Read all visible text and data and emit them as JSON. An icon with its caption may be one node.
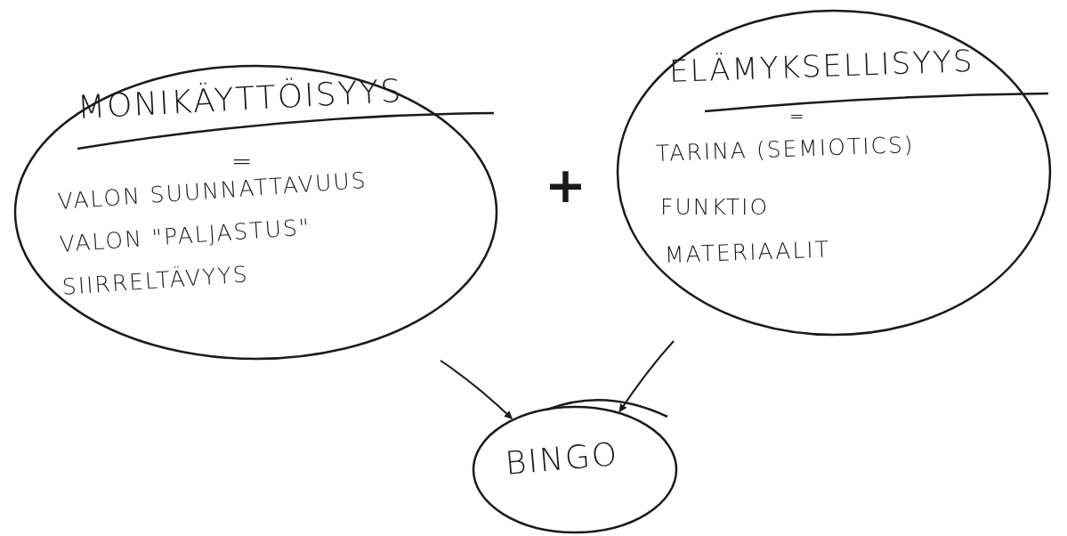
{
  "diagram": {
    "nodes": [
      {
        "text": [
          "MONIKÄYTTÖISYYS",
          "=",
          "VALON SUUNNATTAVUUS",
          "VALON \"PALJASTUS\"",
          "SIIRRELTÄVYYS"
        ]
      },
      {
        "text": [
          "ELÄMYKSELLISYYS",
          "=",
          "TARINA (SEMIOTICS)",
          "FUNKTIO",
          "MATERIAALIT"
        ]
      },
      {
        "text": [
          "BINGO"
        ]
      }
    ],
    "edges": [
      {
        "from": null,
        "to": 2,
        "arrow": "to"
      },
      {
        "from": null,
        "to": 2,
        "arrow": "to"
      }
    ],
    "labels": [
      "+"
    ]
  }
}
